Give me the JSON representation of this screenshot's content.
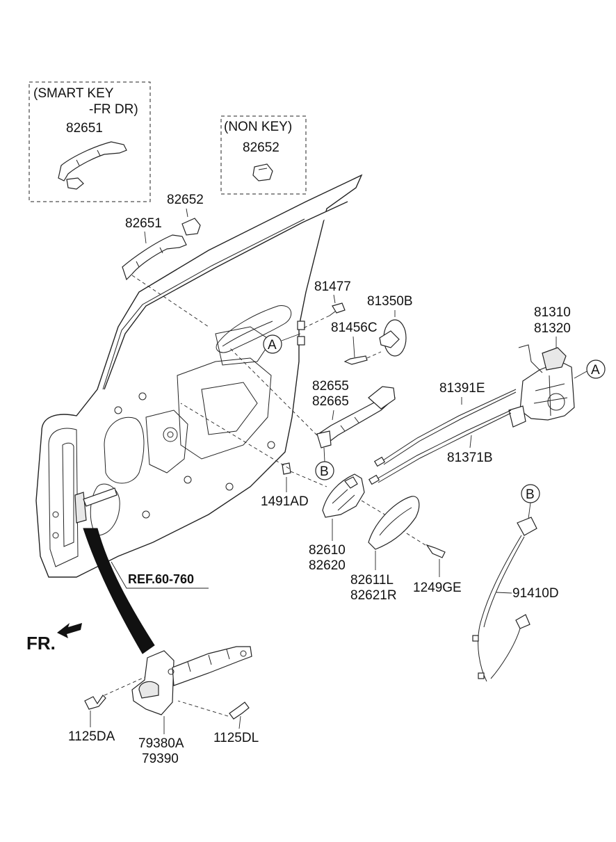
{
  "boxes": {
    "smart_key_line1": "(SMART KEY",
    "smart_key_line2": "-FR DR)",
    "non_key": "(NON KEY)"
  },
  "labels": {
    "p82651_box": "82651",
    "p82652_box": "82652",
    "p82652": "82652",
    "p82651": "82651",
    "p81477": "81477",
    "p81350B": "81350B",
    "p81456C": "81456C",
    "p81310": "81310",
    "p81320": "81320",
    "p82655": "82655",
    "p82665": "82665",
    "p81391E": "81391E",
    "p81371B": "81371B",
    "p1491AD": "1491AD",
    "p82610": "82610",
    "p82620": "82620",
    "p82611L": "82611L",
    "p82621R": "82621R",
    "p1249GE": "1249GE",
    "p91410D": "91410D",
    "p1125DA": "1125DA",
    "p79380A": "79380A",
    "p79390": "79390",
    "p1125DL": "1125DL"
  },
  "ref": "REF.60-760",
  "front": "FR.",
  "callouts": {
    "a": "A",
    "b": "B"
  },
  "icons": {
    "front_arrow": "arrow-left-down-icon"
  }
}
